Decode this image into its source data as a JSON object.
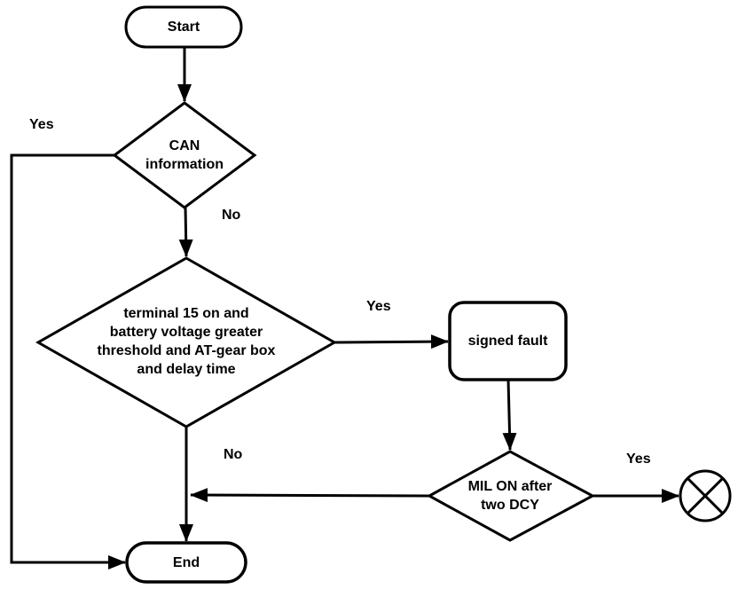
{
  "flowchart": {
    "type": "flowchart",
    "colors": {
      "stroke": "#000000",
      "fill": "#ffffff",
      "text": "#000000"
    },
    "nodes": {
      "start": {
        "type": "terminator",
        "label": "Start"
      },
      "can_information": {
        "type": "decision",
        "label": "CAN\ninformation"
      },
      "condition": {
        "type": "decision",
        "label": "terminal 15 on and\nbattery voltage greater\nthreshold and AT-gear box\nand delay time"
      },
      "signed_fault": {
        "type": "process",
        "label": "signed fault"
      },
      "mil_on": {
        "type": "decision",
        "label": "MIL ON after\ntwo DCY"
      },
      "end": {
        "type": "terminator",
        "label": "End"
      },
      "offpage_connector": {
        "type": "connector",
        "icon": "circle-x"
      }
    },
    "edge_labels": {
      "can_yes": "Yes",
      "can_no": "No",
      "condition_yes": "Yes",
      "mil_no": "No",
      "mil_yes": "Yes"
    },
    "edges": [
      {
        "from": "start",
        "to": "can_information",
        "label": ""
      },
      {
        "from": "can_information",
        "to": "condition",
        "label": "No"
      },
      {
        "from": "can_information",
        "to": "end",
        "label": "Yes"
      },
      {
        "from": "condition",
        "to": "signed_fault",
        "label": "Yes"
      },
      {
        "from": "condition",
        "to": "end",
        "label": ""
      },
      {
        "from": "signed_fault",
        "to": "mil_on",
        "label": ""
      },
      {
        "from": "mil_on",
        "to": "condition_end_line",
        "label": "No"
      },
      {
        "from": "mil_on",
        "to": "offpage_connector",
        "label": "Yes"
      }
    ]
  }
}
